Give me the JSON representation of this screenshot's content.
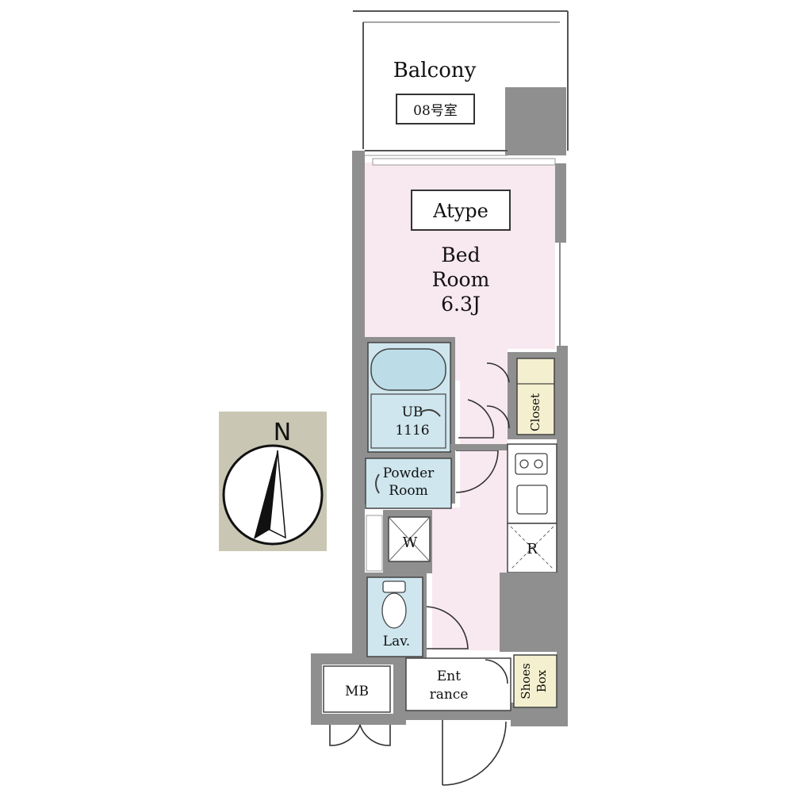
{
  "rooms": {
    "balcony": "Balcony",
    "room_number": "08号室",
    "type": "Atype",
    "bedroom_name": "Bed",
    "bedroom_name2": "Room",
    "bedroom_size": "6.3J",
    "bath": "UB",
    "bath_size": "1116",
    "powder1": "Powder",
    "powder2": "Room",
    "washer": "W",
    "fridge": "R",
    "closet": "Closet",
    "lavatory": "Lav.",
    "meter_box": "MB",
    "entrance1": "Ent",
    "entrance2": "rance",
    "shoes1": "Shoes",
    "shoes2": "Box"
  },
  "compass": {
    "label": "N"
  },
  "colors": {
    "bedroom_fill": "#f8e8ef",
    "wet_area_fill": "#cfe6ee",
    "closet_fill": "#f4f0cf",
    "wall": "#8f8f8f",
    "compass_bg": "#c9c6b3"
  }
}
